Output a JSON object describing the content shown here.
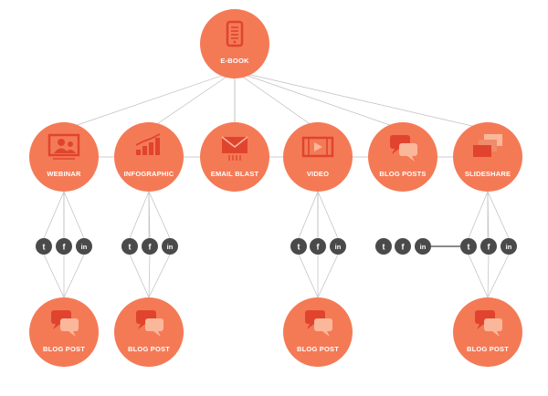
{
  "colors": {
    "node": "#f47a56",
    "node_dark": "#d8553a",
    "icon": "#e0442e",
    "icon_light": "#fbb79a",
    "social": "#4a4a4a",
    "connector": "#bdbdbd"
  },
  "root": {
    "label": "E-BOOK",
    "icon": "ereader-icon"
  },
  "channels": [
    {
      "id": "webinar",
      "label": "WEBINAR",
      "icon": "webinar-presenter-icon"
    },
    {
      "id": "infographic",
      "label": "INFOGRAPHIC",
      "icon": "bar-chart-icon"
    },
    {
      "id": "email",
      "label": "EMAIL BLAST",
      "icon": "envelope-icon"
    },
    {
      "id": "video",
      "label": "VIDEO",
      "icon": "film-strip-icon"
    },
    {
      "id": "blogposts",
      "label": "BLOG POSTS",
      "icon": "speech-bubbles-icon"
    },
    {
      "id": "slideshare",
      "label": "SLIDESHARE",
      "icon": "stacked-slides-icon"
    }
  ],
  "social": {
    "twitter": {
      "label": "t",
      "icon": "twitter-bird-icon"
    },
    "facebook": {
      "label": "f",
      "icon": "facebook-icon"
    },
    "linkedin": {
      "label": "in",
      "icon": "linkedin-icon"
    }
  },
  "blog_posts": [
    {
      "label": "BLOG POST",
      "icon": "speech-bubbles-icon"
    },
    {
      "label": "BLOG POST",
      "icon": "speech-bubbles-icon"
    },
    {
      "label": "BLOG POST",
      "icon": "speech-bubbles-icon"
    },
    {
      "label": "BLOG POST",
      "icon": "speech-bubbles-icon"
    }
  ]
}
